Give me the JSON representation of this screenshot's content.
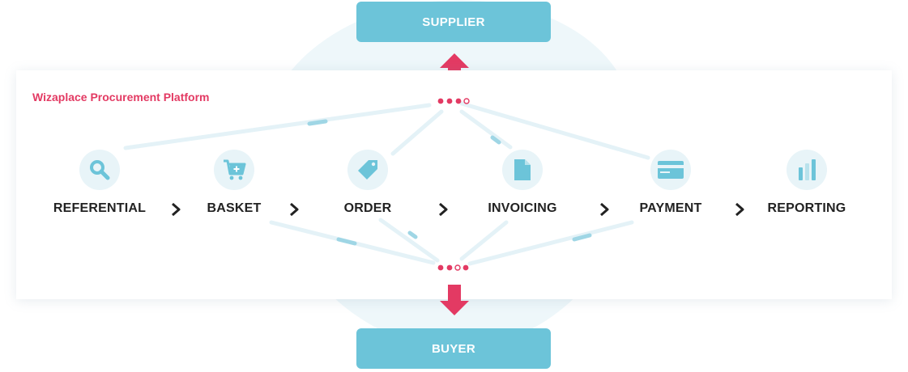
{
  "platform_title": "Wizaplace Procurement Platform",
  "supplier_label": "SUPPLIER",
  "buyer_label": "BUYER",
  "steps": [
    {
      "label": "REFERENTIAL",
      "icon": "search-icon"
    },
    {
      "label": "BASKET",
      "icon": "cart-add-icon"
    },
    {
      "label": "ORDER",
      "icon": "price-tag-icon"
    },
    {
      "label": "INVOICING",
      "icon": "document-icon"
    },
    {
      "label": "PAYMENT",
      "icon": "credit-card-icon"
    },
    {
      "label": "REPORTING",
      "icon": "bar-chart-icon"
    }
  ],
  "colors": {
    "accent": "#e33a63",
    "box": "#6cc4d9",
    "icon_bg": "#e8f4f8",
    "line": "#e4f2f7",
    "line_dash": "#9fd6e5"
  }
}
